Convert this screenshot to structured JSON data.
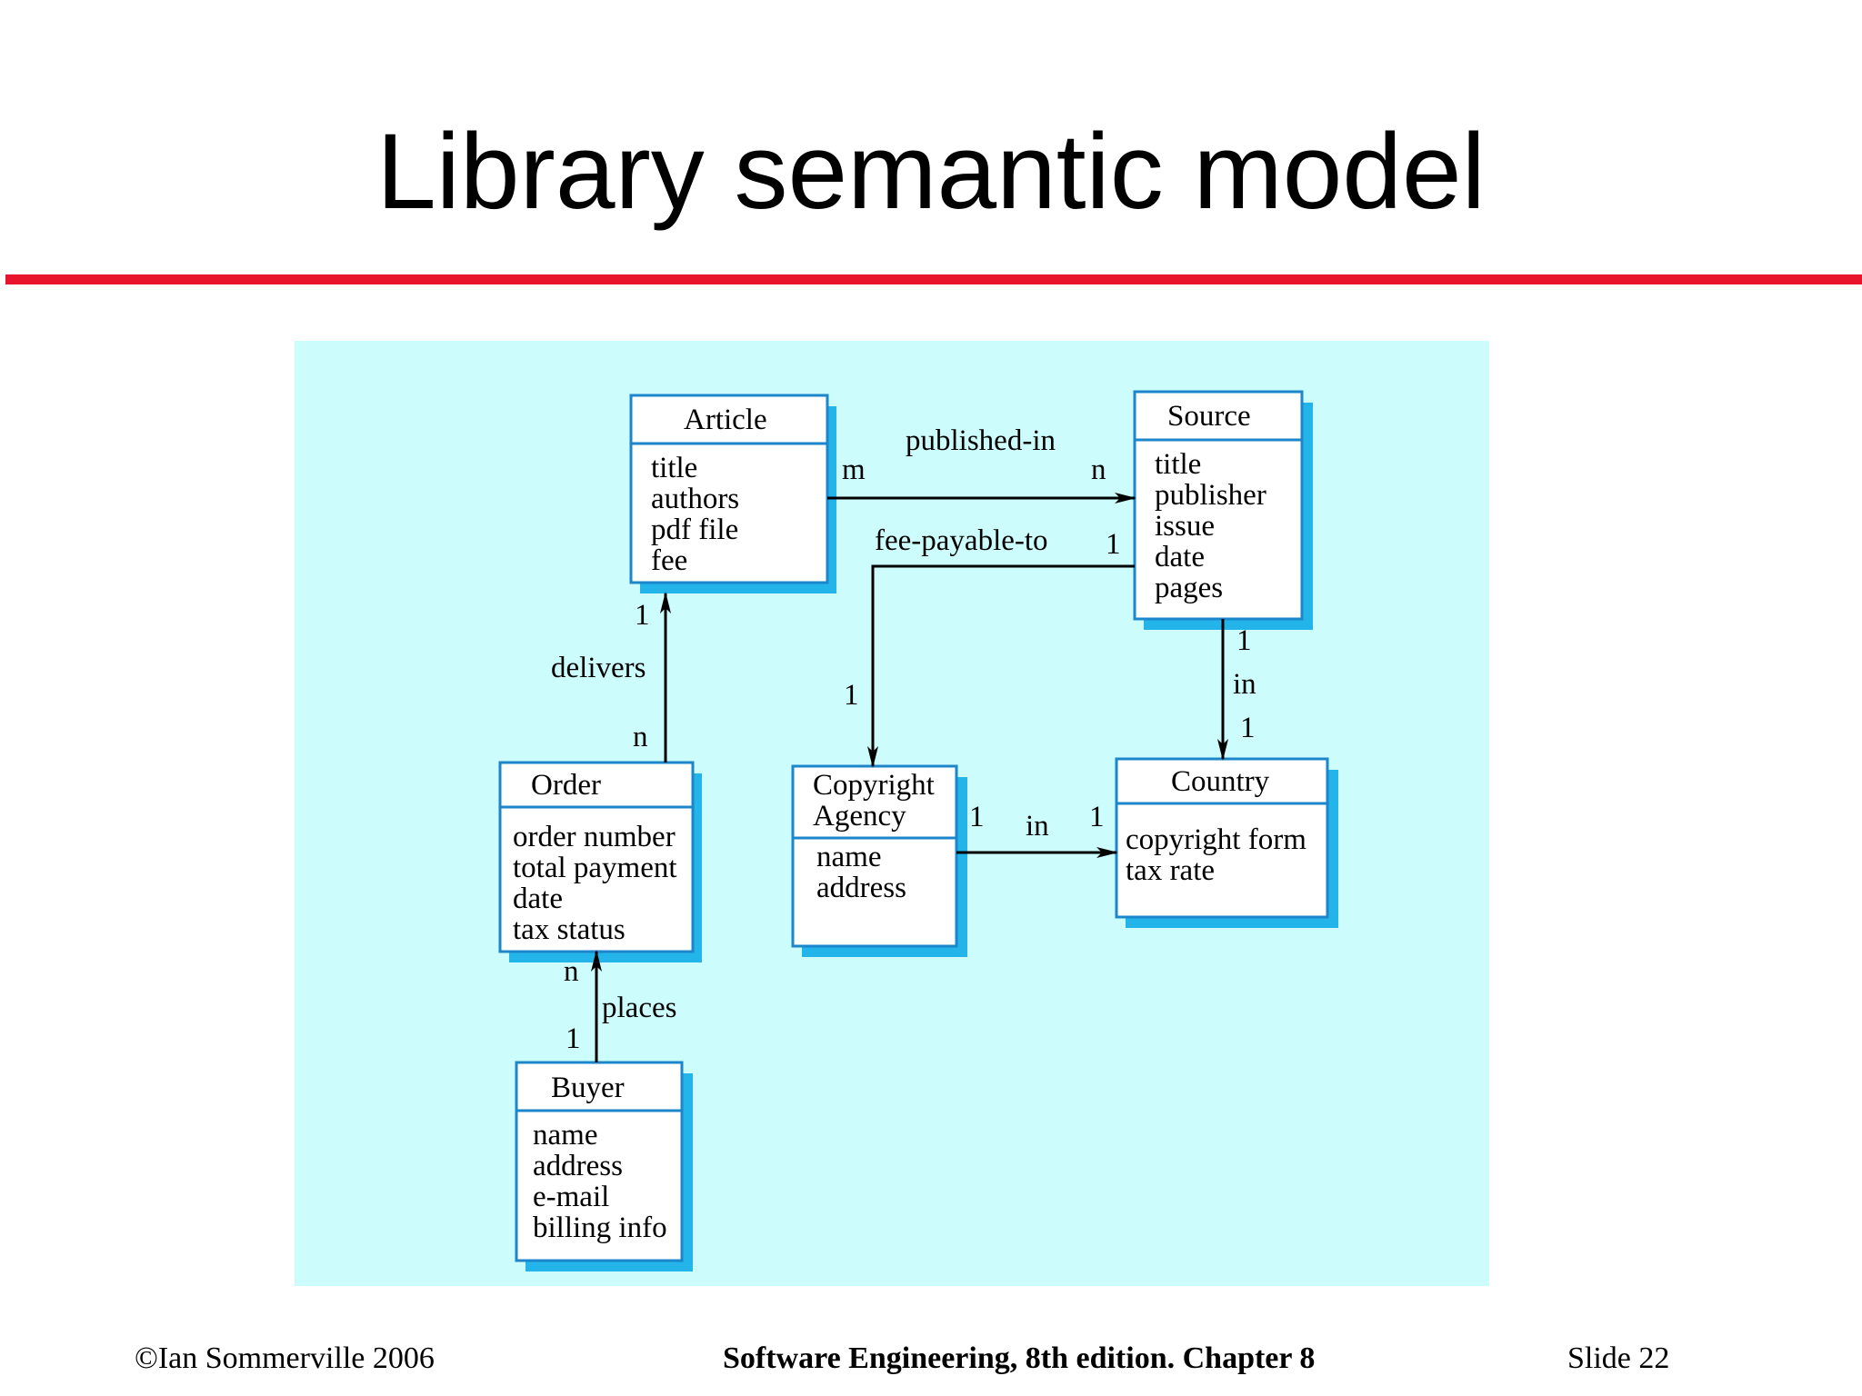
{
  "slide": {
    "title": "Library semantic model"
  },
  "diagram": {
    "classes": {
      "article": {
        "name": "Article",
        "attributes": [
          "title",
          "authors",
          "pdf file",
          "fee"
        ]
      },
      "source": {
        "name": "Source",
        "attributes": [
          "title",
          "publisher",
          "issue",
          "date",
          "pages"
        ]
      },
      "order": {
        "name": "Order",
        "attributes": [
          "order number",
          "total payment",
          "date",
          "tax status"
        ]
      },
      "copyright_agency": {
        "name": [
          "Copyright",
          "Agency"
        ],
        "attributes": [
          "name",
          "address"
        ]
      },
      "country": {
        "name": "Country",
        "attributes": [
          "copyright form",
          "tax rate"
        ]
      },
      "buyer": {
        "name": "Buyer",
        "attributes": [
          "name",
          "address",
          "e-mail",
          "billing info"
        ]
      }
    },
    "relations": {
      "published_in": {
        "label": "published-in",
        "from_mult": "m",
        "to_mult": "n"
      },
      "fee_payable_to": {
        "label": "fee-payable-to",
        "from_mult": "1",
        "to_mult": "1"
      },
      "delivers": {
        "label": "delivers",
        "from_mult": "n",
        "to_mult": "1"
      },
      "source_in": {
        "label": "in",
        "from_mult": "1",
        "to_mult": "1"
      },
      "agency_in": {
        "label": "in",
        "from_mult": "1",
        "to_mult": "1"
      },
      "places": {
        "label": "places",
        "from_mult": "1",
        "to_mult": "n"
      }
    },
    "colors": {
      "background": "#ccfcfc",
      "box_border": "#1b86c9",
      "box_shadow": "#23b4ea",
      "box_fill": "#ffffff"
    }
  },
  "footer": {
    "copyright": "©Ian Sommerville 2006",
    "book": "Software Engineering, 8th edition. Chapter 8",
    "slide_label": "Slide  22"
  }
}
